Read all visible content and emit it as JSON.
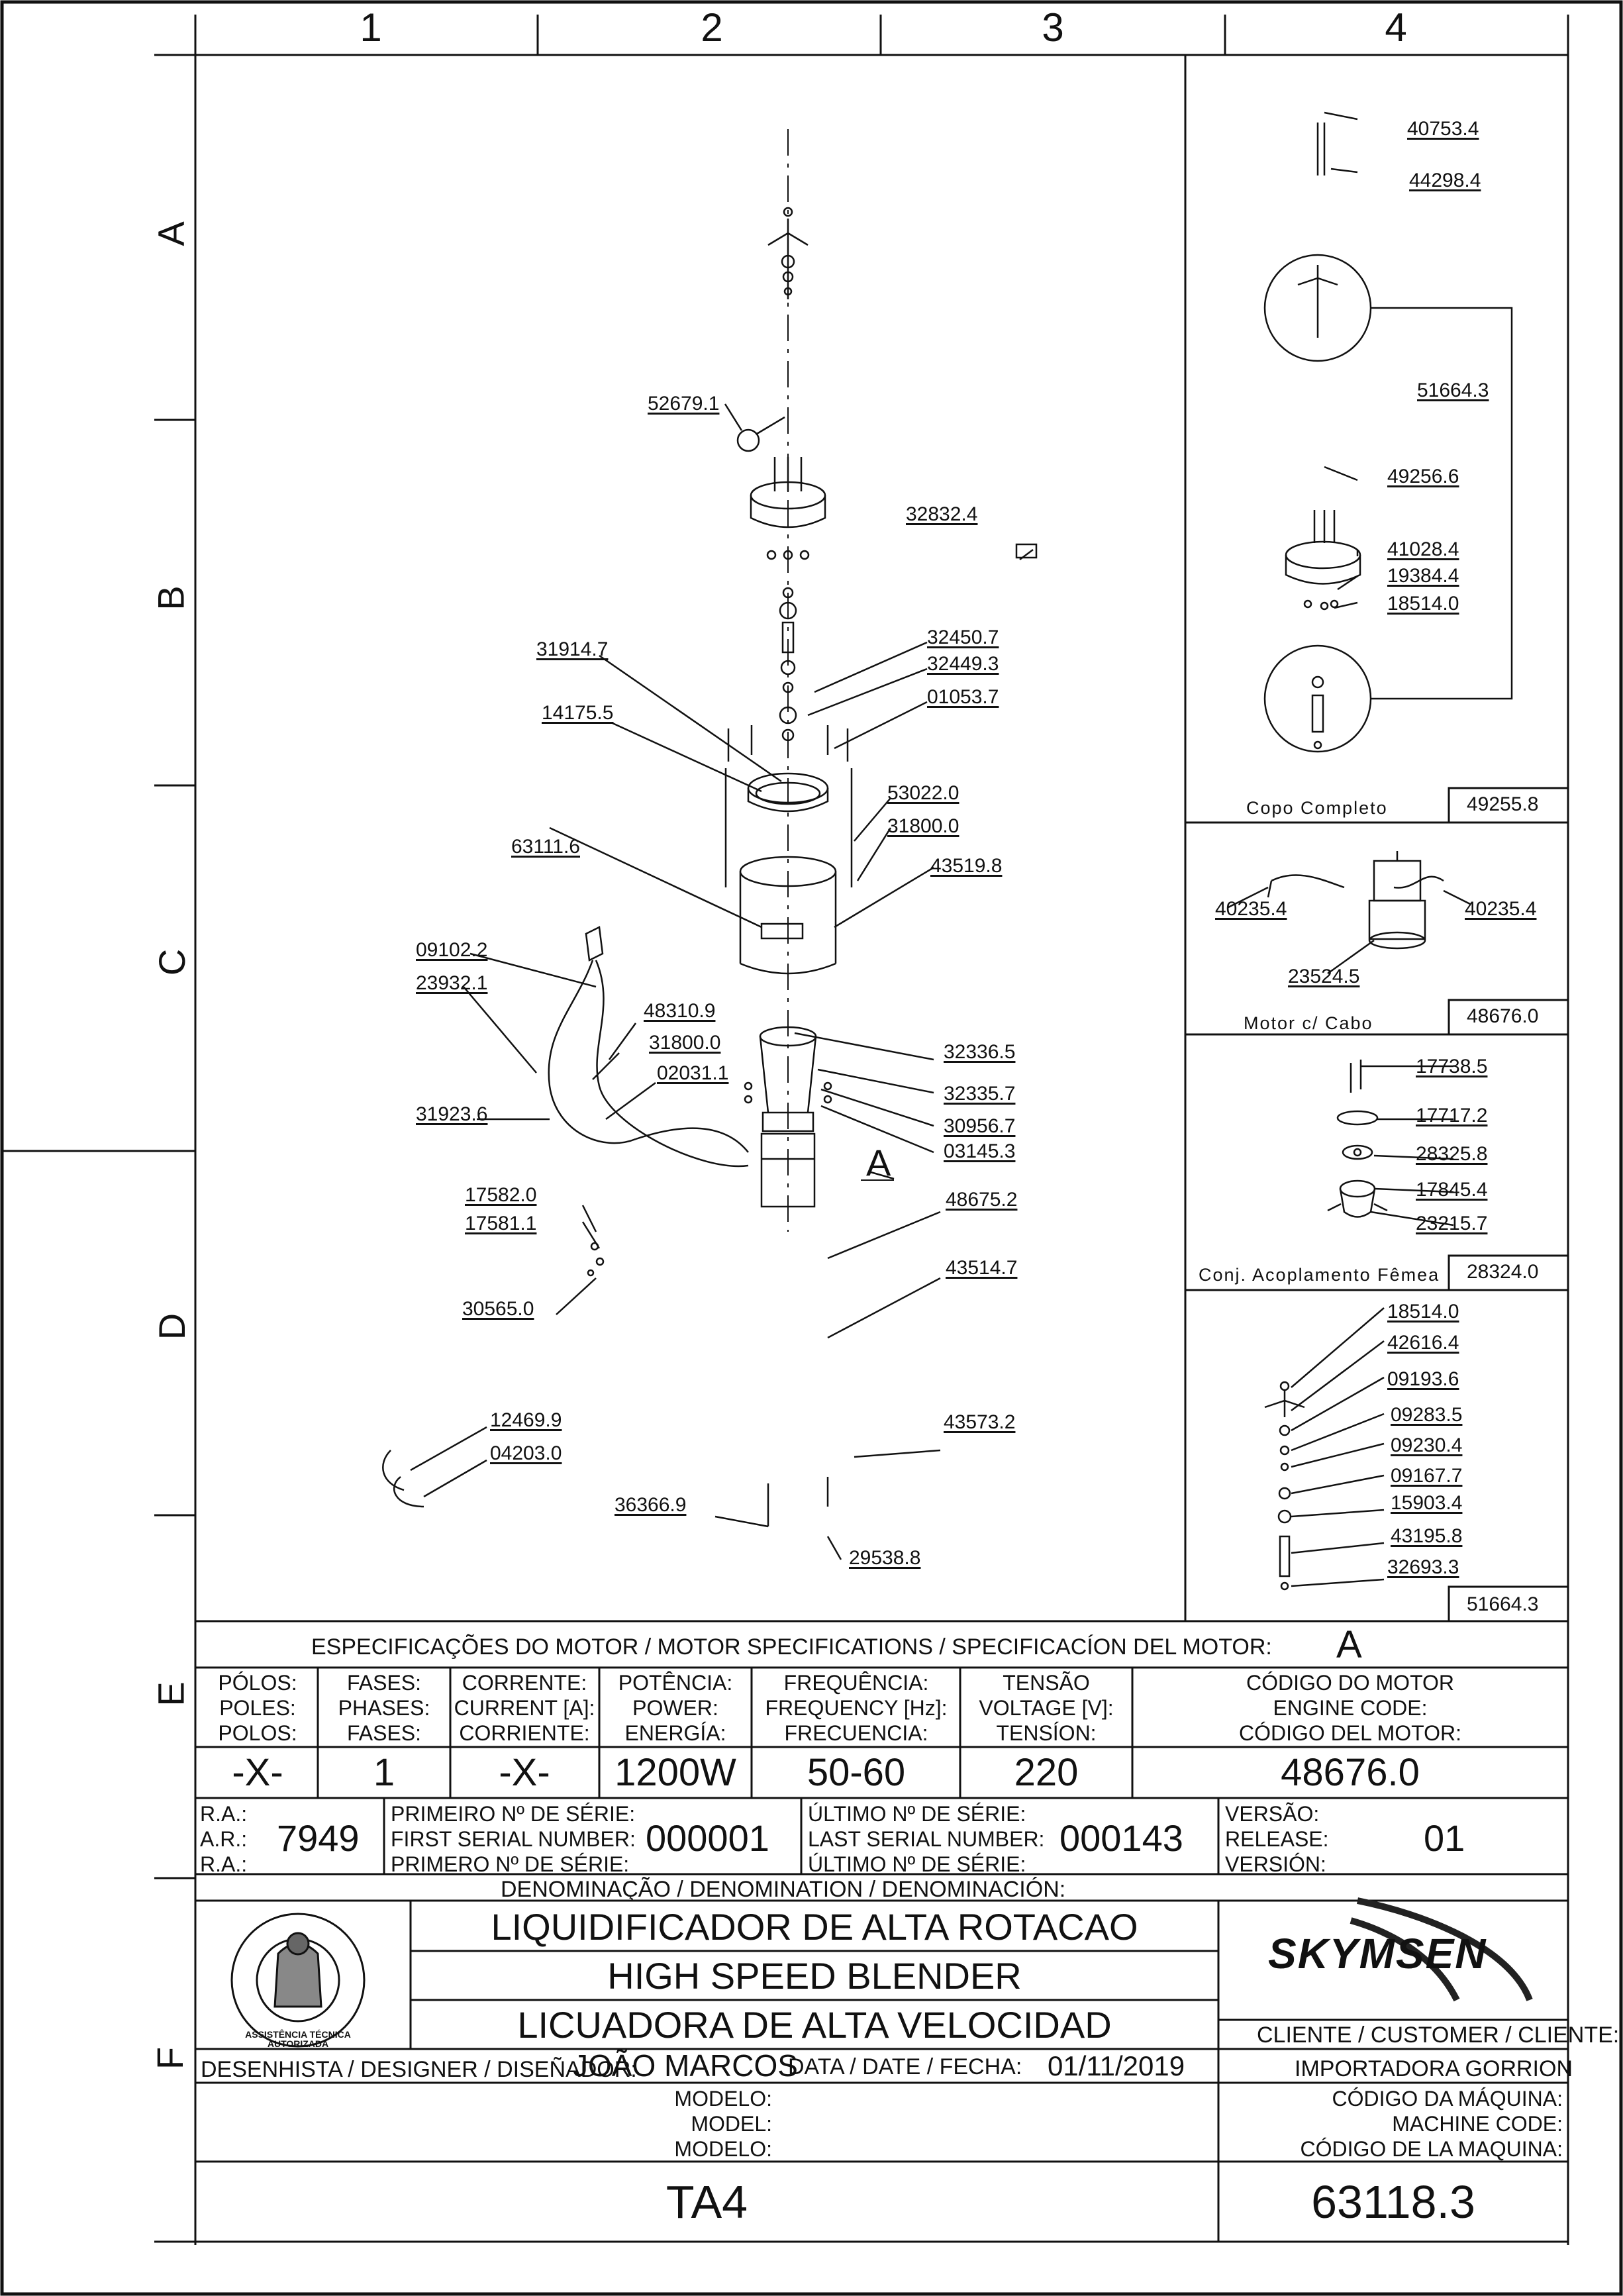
{
  "grid": {
    "columns": [
      "1",
      "2",
      "3",
      "4"
    ],
    "rows": [
      "A",
      "B",
      "C",
      "D",
      "E",
      "F"
    ]
  },
  "callouts": {
    "main": [
      "52679.1",
      "32832.4",
      "31914.7",
      "14175.5",
      "32450.7",
      "32449.3",
      "01053.7",
      "53022.0",
      "31800.0",
      "63111.6",
      "43519.8",
      "09102.2",
      "23932.1",
      "48310.9",
      "31800.0",
      "02031.1",
      "31923.6",
      "32336.5",
      "32335.7",
      "30956.7",
      "03145.3",
      "17582.0",
      "17581.1",
      "48675.2",
      "43514.7",
      "30565.0",
      "12469.9",
      "04203.0",
      "43573.2",
      "36366.9",
      "29538.8"
    ],
    "cup": [
      "40753.4",
      "44298.4",
      "51664.3",
      "49256.6",
      "41028.4",
      "19384.4",
      "18514.0"
    ],
    "motor": [
      "40235.4",
      "40235.4",
      "23524.5"
    ],
    "coupling": [
      "17738.5",
      "17717.2",
      "28325.8",
      "17845.4",
      "23215.7"
    ],
    "blade": [
      "18514.0",
      "42616.4",
      "09193.6",
      "09283.5",
      "09230.4",
      "09167.7",
      "15903.4",
      "43195.8",
      "32693.3"
    ]
  },
  "letter_a": "A",
  "side_panels": [
    {
      "caption": "Copo  Completo",
      "code": "49255.8"
    },
    {
      "caption": "Motor  c/  Cabo",
      "code": "48676.0"
    },
    {
      "caption": "Conj.  Acoplamento  Fêmea",
      "code": "28324.0"
    },
    {
      "caption": "",
      "code": "51664.3"
    }
  ],
  "spec": {
    "title": "ESPECIFICAÇÕES DO MOTOR / MOTOR SPECIFICATIONS / SPECIFICACÍON DEL MOTOR:",
    "motor_letter": "A",
    "headers": [
      "PÓLOS:\nPOLES:\nPOLOS:",
      "FASES:\nPHASES:\nFASES:",
      "CORRENTE:\nCURRENT [A]:\nCORRIENTE:",
      "POTÊNCIA:\nPOWER:\nENERGÍA:",
      "FREQUÊNCIA:\nFREQUENCY [Hz]:\nFRECUENCIA:",
      "TENSÃO\nVOLTAGE [V]:\nTENSÍON:",
      "CÓDIGO DO MOTOR\nENGINE CODE:\nCÓDIGO DEL MOTOR:"
    ],
    "values": [
      "-X-",
      "1",
      "-X-",
      "1200W",
      "50-60",
      "220",
      "48676.0"
    ]
  },
  "serials": {
    "ra_label": "R.A.:\nA.R.:\nR.A.:",
    "ra_value": "7949",
    "first_label": "PRIMEIRO Nº DE SÉRIE:\nFIRST SERIAL NUMBER:\nPRIMERO Nº DE SÉRIE:",
    "first_value": "000001",
    "last_label": "ÚLTIMO Nº DE SÉRIE:\nLAST SERIAL NUMBER:\nÚLTIMO Nº DE SÉRIE:",
    "last_value": "000143",
    "version_label": "VERSÃO:\nRELEASE:\nVERSIÓN:",
    "version_value": "01"
  },
  "denomination": {
    "label": "DENOMINAÇÃO / DENOMINATION / DENOMINACIÓN:",
    "lines": [
      "LIQUIDIFICADOR DE ALTA ROTACAO",
      "HIGH SPEED BLENDER",
      "LICUADORA DE ALTA VELOCIDAD"
    ]
  },
  "seal": {
    "text": "ASSISTÊNCIA TÉCNICA AUTORIZADA"
  },
  "brand": {
    "name": "SKYMSEN"
  },
  "customer": {
    "label": "CLIENTE / CUSTOMER / CLIENTE:",
    "value": "IMPORTADORA GORRION"
  },
  "designer": {
    "label": "DESENHISTA / DESIGNER / DISEÑADOR:",
    "value": "JOÃO MARCOS"
  },
  "date": {
    "label": "DATA / DATE / FECHA:",
    "value": "01/11/2019"
  },
  "model": {
    "label": "MODELO:\nMODEL:\nMODELO:",
    "value": "TA4"
  },
  "machine_code": {
    "label": "CÓDIGO DA MÁQUINA:\nMACHINE CODE:\nCÓDIGO DE LA MAQUINA:",
    "value": "63118.3"
  }
}
